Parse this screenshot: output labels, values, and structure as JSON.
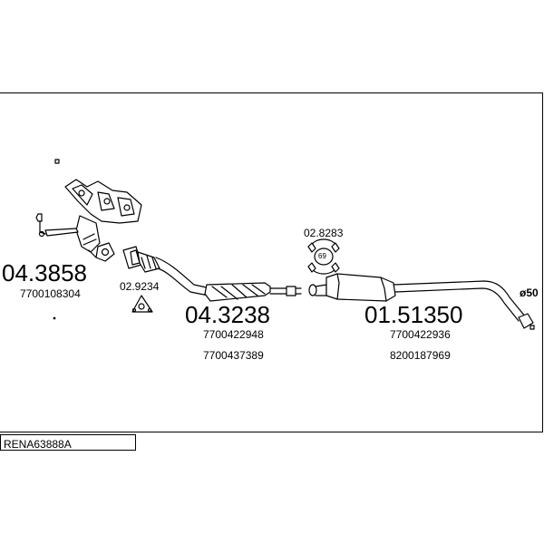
{
  "parts": [
    {
      "number": "04.3858",
      "refs": [
        "7700108304"
      ]
    },
    {
      "number": "02.9234",
      "refs": []
    },
    {
      "number": "04.3238",
      "refs": [
        "7700422948",
        "7700437389"
      ]
    },
    {
      "number": "02.8283",
      "refs": []
    },
    {
      "number": "01.51350",
      "refs": [
        "7700422936",
        "8200187969"
      ]
    }
  ],
  "clamp_badge": "69",
  "pipe_diameter": "ø50",
  "diagram_code": "RENA63888A"
}
